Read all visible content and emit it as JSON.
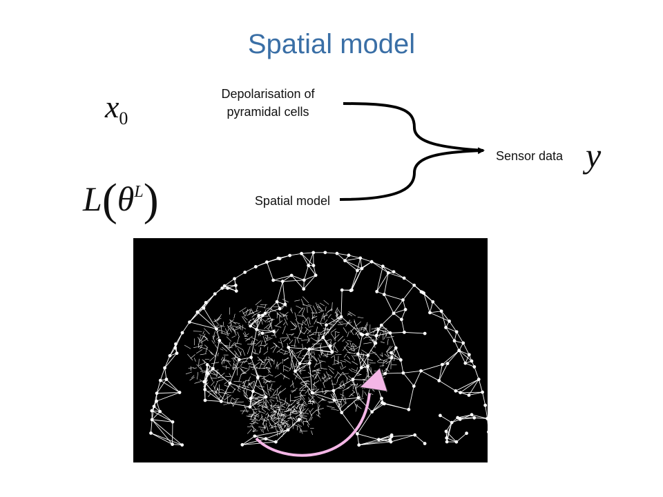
{
  "slide": {
    "title": "Spatial model"
  },
  "diagram": {
    "input_top": {
      "symbol_base": "x",
      "symbol_sub": "0",
      "label_line1": "Depolarisation of",
      "label_line2": "pyramidal cells"
    },
    "input_bottom": {
      "symbol_L": "L",
      "symbol_theta": "θ",
      "symbol_sup": "L",
      "label": "Spatial model"
    },
    "output": {
      "label": "Sensor data",
      "symbol": "y"
    }
  },
  "colors": {
    "title": "#3a6fa6",
    "arrow": "#000000",
    "mesh": "#ffffff",
    "panel": "#000000",
    "curved_arrow": "#f4b6e6"
  }
}
